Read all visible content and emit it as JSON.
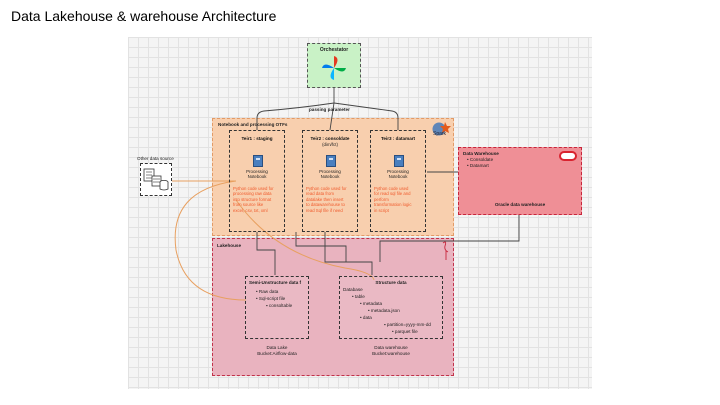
{
  "title": "Data Lakehouse & warehouse Architecture",
  "orchestrator": {
    "label": "Orchestator",
    "icon": "airflow-icon"
  },
  "passing_parameter": "passing parameter",
  "notebook_region": {
    "label": "Notebook and processing OTFs",
    "logo": "spark-logo-icon"
  },
  "tiers": [
    {
      "title": "Teir1 : staging",
      "subtitle": "",
      "notebook_label_1": "Processing",
      "notebook_label_2": "Notebook",
      "desc_lines": [
        "Python code used for",
        "processing raw data",
        "into structure format",
        "from source like",
        "excel, csv, txt, xml"
      ]
    },
    {
      "title": "Teir2 : consoldate",
      "subtitle": "(dim/fct)",
      "notebook_label_1": "Processing",
      "notebook_label_2": "Notebook",
      "desc_lines": [
        "Python code used for",
        "read data from",
        "datalake then insert",
        "to datawarehouse to",
        "read Sql file if need"
      ]
    },
    {
      "title": "Teir3 : datamart",
      "subtitle": "",
      "notebook_label_1": "Processing",
      "notebook_label_2": "Notebook",
      "desc_lines": [
        "Python code used",
        "for read sql file and",
        "perform",
        "transformation logic",
        "in script"
      ]
    }
  ],
  "data_warehouse": {
    "label": "Data Warehouse",
    "items": [
      "Consoldate",
      "Datamart"
    ],
    "footer": "Oracle data warehouse",
    "logo": "oracle-logo-icon"
  },
  "other_source": {
    "label": "Other data source",
    "icon": "data-source-icon"
  },
  "lakehouse": {
    "label": "Lakehouse",
    "logo": "bucket-logo-icon",
    "semi": {
      "title": "Semi-Unstructure data f",
      "bullets": [
        "Raw data",
        "Sql-script file"
      ],
      "sub_bullets": [
        "consoltable"
      ],
      "caption_1": "Data Lake",
      "caption_2": "Bucket:Airflow-data"
    },
    "structure": {
      "title": "Structure data",
      "line0": "Database",
      "bullets": [
        "table",
        "metadata",
        "metadata.json",
        "data",
        "partition=yyyy-mm-dd",
        "parquet file"
      ],
      "caption_1": "Data warehouse",
      "caption_2": "Bucket:warehouse"
    }
  },
  "colors": {
    "orchestrator_bg": "#c9f2c6",
    "notebook_bg": "#f8cfae",
    "lakehouse_bg": "#e9b3bf",
    "warehouse_bg": "#ef8f96",
    "desc_text": "#f05a2c",
    "notebook_icon": "#4a7fbf"
  }
}
